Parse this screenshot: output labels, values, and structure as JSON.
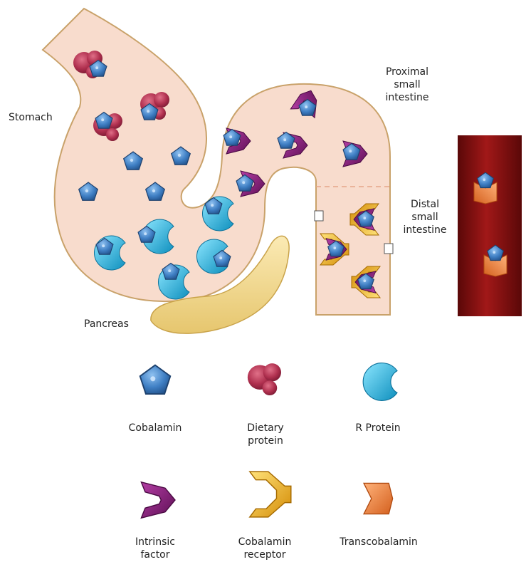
{
  "labels": {
    "stomach": "Stomach",
    "proximal": "Proximal\nsmall\nintestine",
    "distal": "Distal\nsmall\nintestine",
    "pancreas": "Pancreas"
  },
  "legend": {
    "cobalamin": "Cobalamin",
    "dietary_protein": "Dietary\nprotein",
    "r_protein": "R Protein",
    "intrinsic_factor": "Intrinsic\nfactor",
    "cobalamin_receptor": "Cobalamin\nreceptor",
    "transcobalamin": "Transcobalamin"
  },
  "colors": {
    "cobalamin": "#3f7fc4",
    "dietary_protein": "#b0304f",
    "r_protein": "#21b6e0",
    "intrinsic_factor": "#8a1f7d",
    "cobalamin_receptor": "#f2b21a",
    "transcobalamin": "#f0813a",
    "gut_fill": "#f8dccd",
    "gut_outline": "#c9a26a",
    "pancreas": "#f1d98c",
    "blood_vessel": "#8b1212"
  }
}
